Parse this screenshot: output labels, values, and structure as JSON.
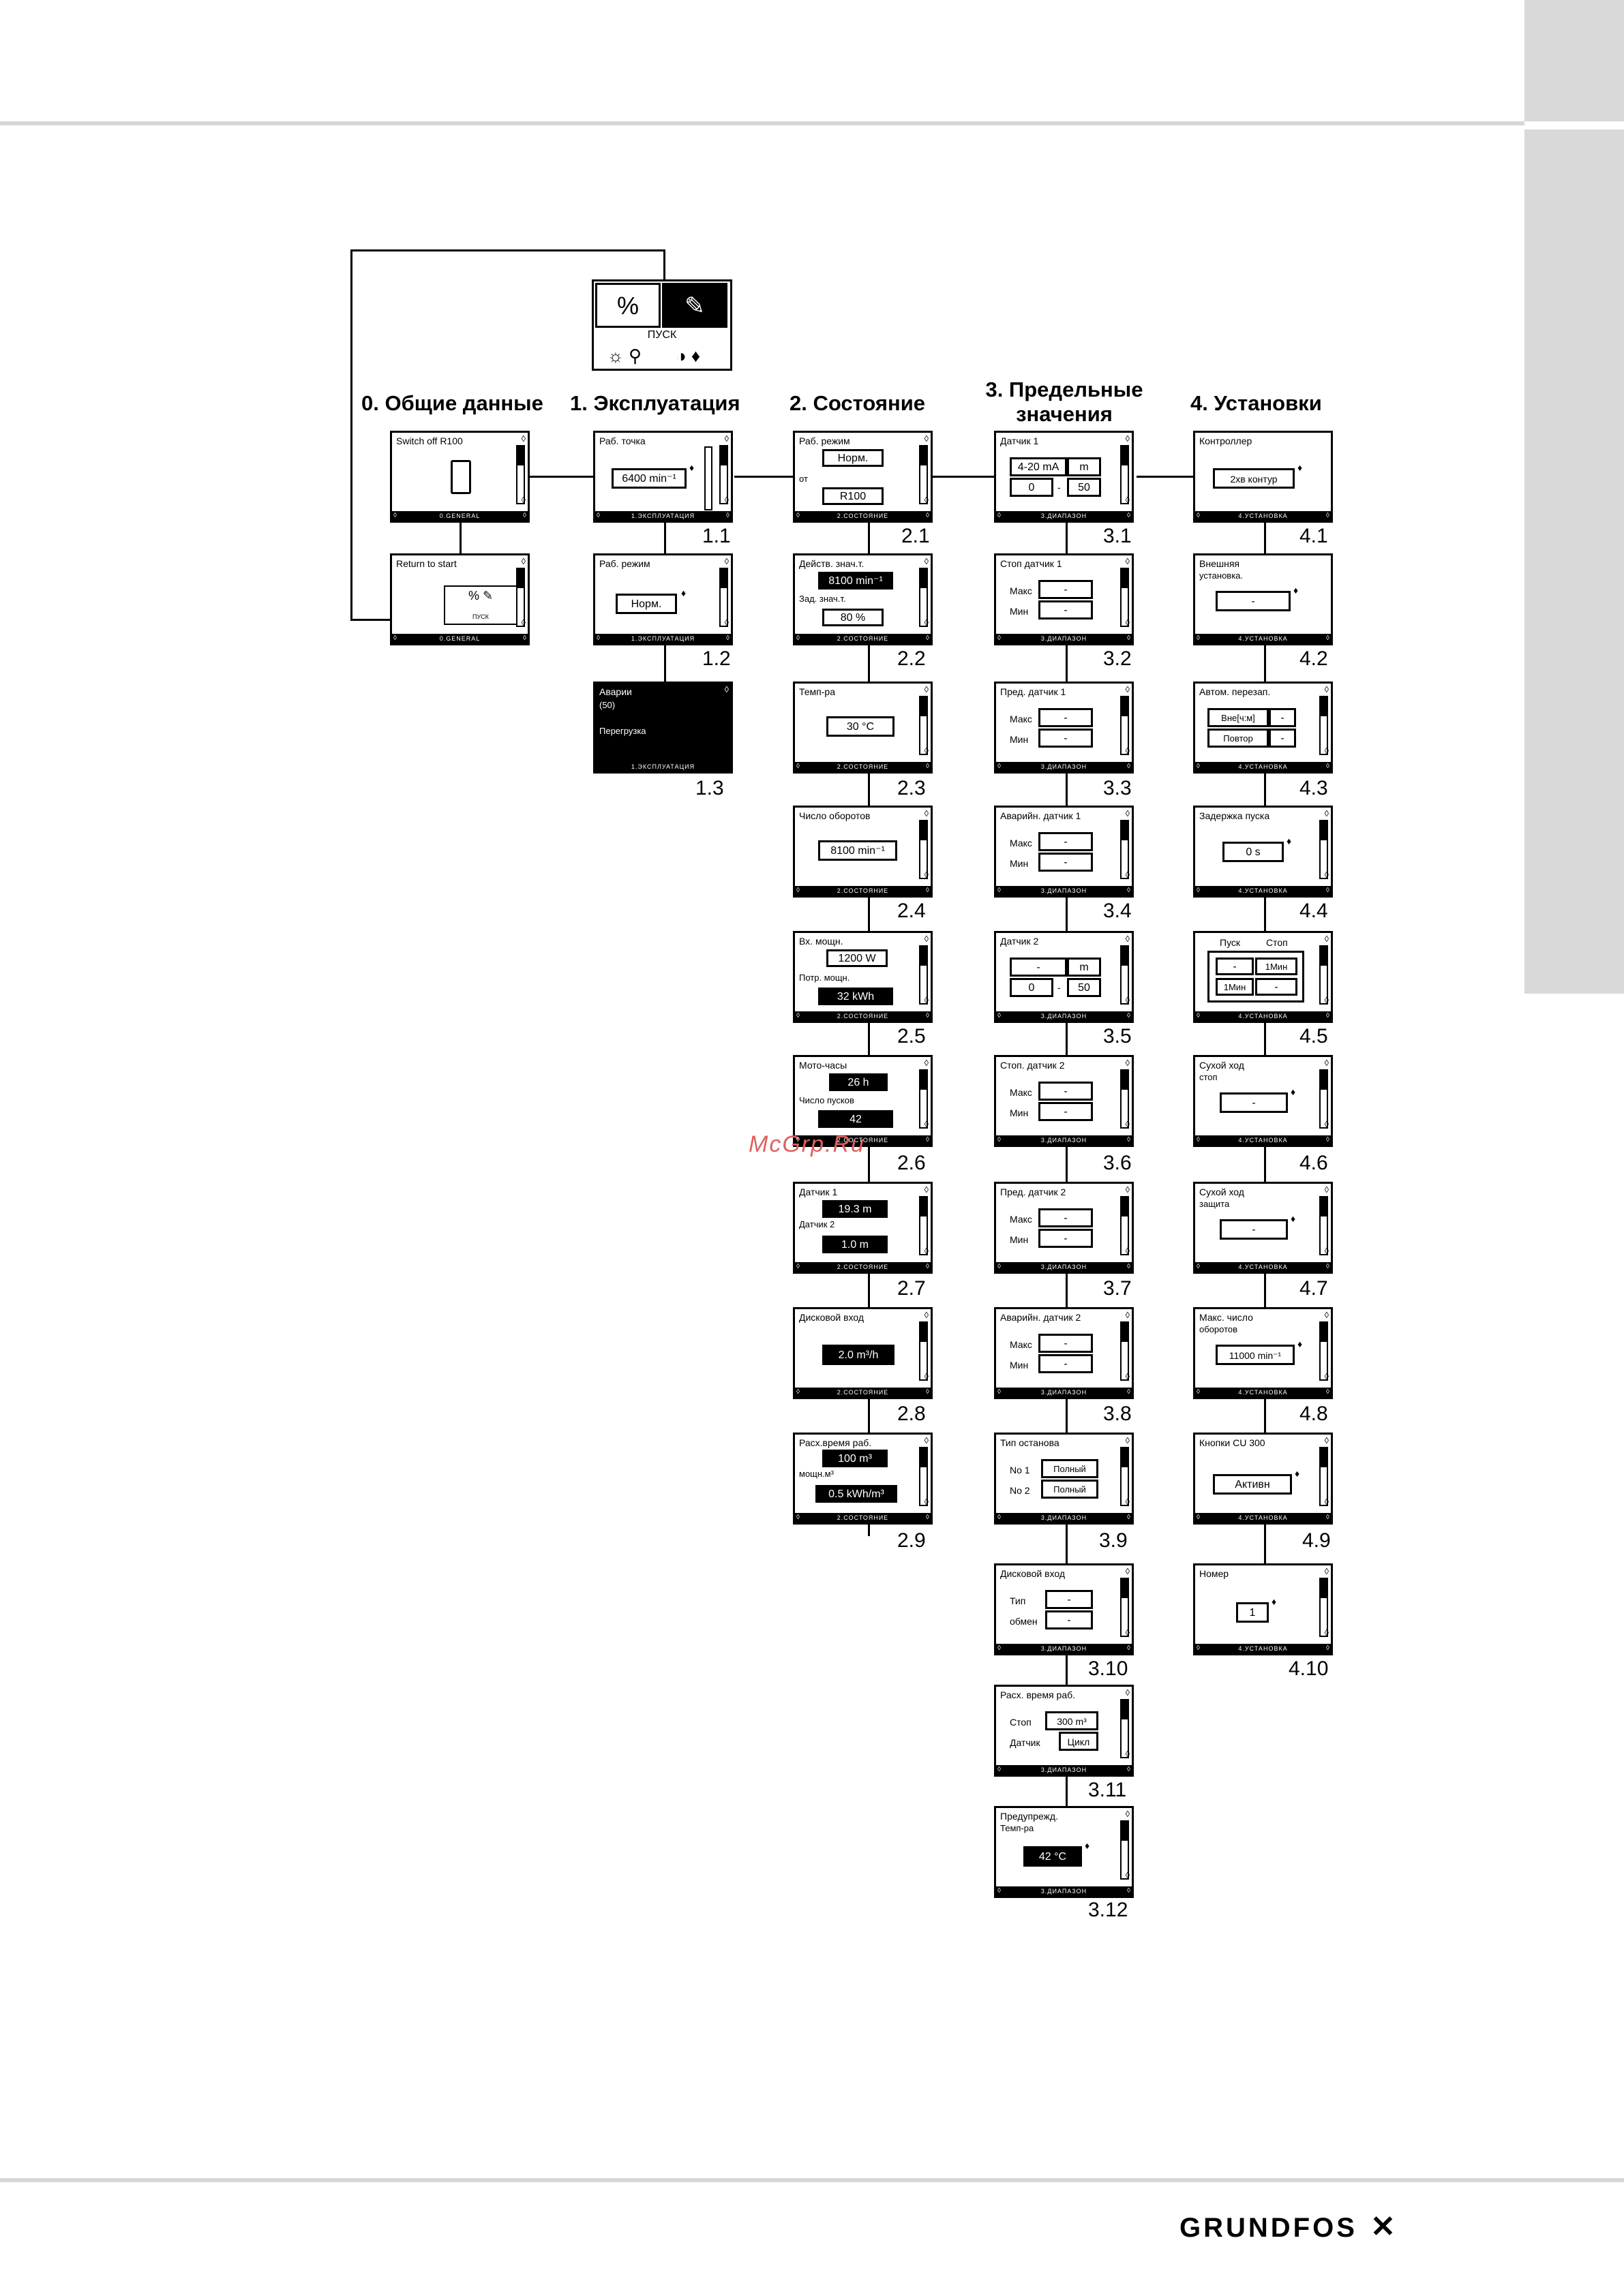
{
  "columns": {
    "c0": "0. Общие данные",
    "c1": "1. Эксплуатация",
    "c2": "2. Состояние",
    "c3_a": "3. Предельные",
    "c3_b": "значения",
    "c4": "4. Установки"
  },
  "startmenu": {
    "label": "ПУСК"
  },
  "general": {
    "s0a_title": "Switch off R100",
    "s0a_foot": "0.GENERAL",
    "s0b_title": "Return to start",
    "s0b_foot": "0.GENERAL",
    "s0b_sub": "ПУСК"
  },
  "exploit": {
    "s11_title": "Раб. точка",
    "s11_value": "6400 min⁻¹",
    "s11_foot": "1.ЭКСПЛУАТАЦИЯ",
    "s12_title": "Раб. режим",
    "s12_value": "Норм.",
    "s12_foot": "1.ЭКСПЛУАТАЦИЯ",
    "s13_l1": "Аварии",
    "s13_l2": "(50)",
    "s13_l3": "Перегрузка",
    "s13_foot": "1.ЭКСПЛУАТАЦИЯ",
    "n11": "1.1",
    "n12": "1.2",
    "n13": "1.3"
  },
  "status": {
    "s21_title": "Раб. режим",
    "s21_v1": "Норм.",
    "s21_from": "от",
    "s21_v2": "R100",
    "s22_t1": "Действ. знач.т.",
    "s22_v1": "8100 min⁻¹",
    "s22_t2": "Зад. знач.т.",
    "s22_v2": "80 %",
    "s23_title": "Темп-ра",
    "s23_v": "30 °C",
    "s24_title": "Число оборотов",
    "s24_v": "8100 min⁻¹",
    "s25_t1": "Вх. мощн.",
    "s25_v1": "1200 W",
    "s25_t2": "Потр. мощн.",
    "s25_v2": "32 kWh",
    "s26_t1": "Мото-часы",
    "s26_v1": "26 h",
    "s26_t2": "Число пусков",
    "s26_v2": "42",
    "s27_t1": "Датчик 1",
    "s27_v1": "19.3 m",
    "s27_t2": "Датчик 2",
    "s27_v2": "1.0 m",
    "s28_title": "Дисковой вход",
    "s28_v": "2.0 m³/h",
    "s29_t1": "Расх.время раб.",
    "s29_v1": "100 m³",
    "s29_t2": "мощн.м³",
    "s29_v2": "0.5 kWh/m³",
    "foot": "2.СОСТОЯНИЕ",
    "n21": "2.1",
    "n22": "2.2",
    "n23": "2.3",
    "n24": "2.4",
    "n25": "2.5",
    "n26": "2.6",
    "n27": "2.7",
    "n28": "2.8",
    "n29": "2.9"
  },
  "limits": {
    "s31_title": "Датчик 1",
    "s31_a": "4-20 mA",
    "s31_b": "m",
    "s31_c": "0",
    "s31_d": "50",
    "s32_title": "Стоп датчик 1",
    "s33_title": "Пред. датчик 1",
    "s34_title": "Аварийн. датчик 1",
    "s35_title": "Датчик 2",
    "s35_a": "-",
    "s35_b": "m",
    "s35_c": "0",
    "s35_d": "50",
    "s36_title": "Стоп. датчик 2",
    "s37_title": "Пред. датчик 2",
    "s38_title": "Аварийн. датчик 2",
    "s39_title": "Тип останова",
    "s39_a": "No 1",
    "s39_av": "Полный",
    "s39_b": "No 2",
    "s39_bv": "Полный",
    "s310_title": "Дисковой вход",
    "s310_a": "Тип",
    "s310_b": "обмен",
    "s311_title": "Расх. время раб.",
    "s311_a": "Стоп",
    "s311_av": "300 m³",
    "s311_b": "Датчик",
    "s311_bv": "Цикл",
    "s312_t1": "Предупрежд.",
    "s312_t2": "Темп-ра",
    "s312_v": "42 °C",
    "max": "Макс",
    "min": "Мин",
    "dash": "-",
    "foot": "3.ДИАПАЗОН",
    "n31": "3.1",
    "n32": "3.2",
    "n33": "3.3",
    "n34": "3.4",
    "n35": "3.5",
    "n36": "3.6",
    "n37": "3.7",
    "n38": "3.8",
    "n39": "3.9",
    "n310": "3.10",
    "n311": "3.11",
    "n312": "3.12"
  },
  "settings": {
    "s41_title": "Контроллер",
    "s41_v": "2хв контур",
    "s42_t1": "Внешняя",
    "s42_t2": "установка.",
    "s42_v": "-",
    "s43_title": "Автом. перезап.",
    "s43_a": "Вне[ч:м]",
    "s43_b": "Повтор",
    "s43_v": "-",
    "s44_title": "Задержка пуска",
    "s44_v": "0 s",
    "s45_a": "Пуск",
    "s45_b": "Стоп",
    "s45_c": "-",
    "s45_d": "1Мин",
    "s45_e": "1Мин",
    "s45_f": "-",
    "s46_t1": "Сухой ход",
    "s46_t2": "стоп",
    "s46_v": "-",
    "s47_t1": "Сухой ход",
    "s47_t2": "защита",
    "s47_v": "-",
    "s48_t1": "Макс. число",
    "s48_t2": "оборотов",
    "s48_v": "11000 min⁻¹",
    "s49_title": "Кнопки CU 300",
    "s49_v": "Активн",
    "s410_title": "Номер",
    "s410_v": "1",
    "foot": "4.УСТАНОВКА",
    "n41": "4.1",
    "n42": "4.2",
    "n43": "4.3",
    "n44": "4.4",
    "n45": "4.5",
    "n46": "4.6",
    "n47": "4.7",
    "n48": "4.8",
    "n49": "4.9",
    "n410": "4.10"
  },
  "watermark": "McGrp.Ru",
  "brand": "GRUNDFOS"
}
